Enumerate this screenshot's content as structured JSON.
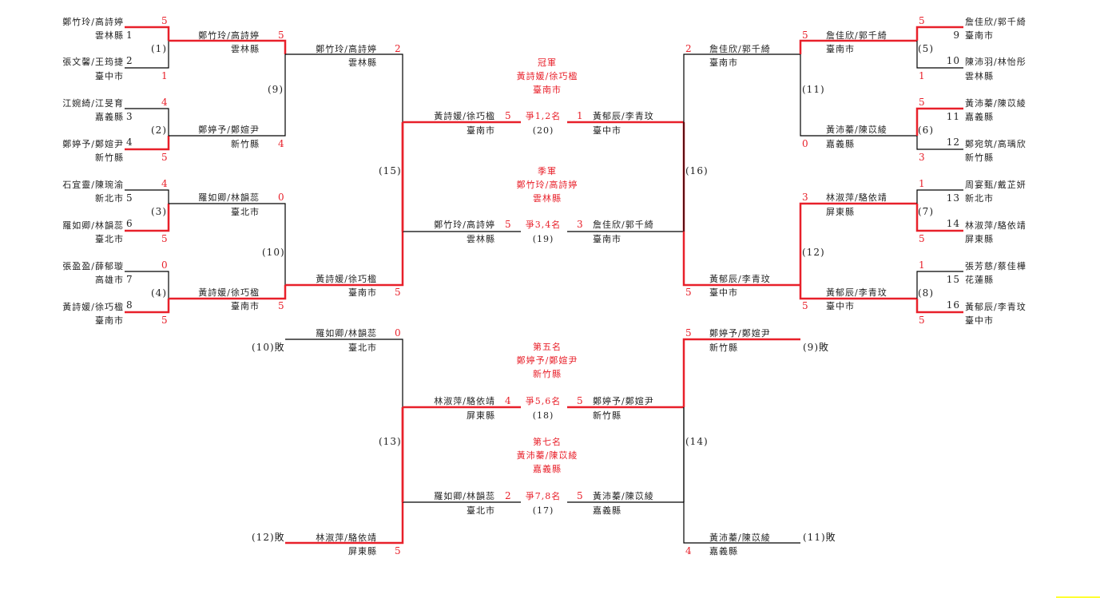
{
  "colors": {
    "winner_line": "#e8202a",
    "line": "#000000",
    "score": "#e8202a",
    "text": "#222222"
  },
  "entries": {
    "1": {
      "name": "鄭竹玲/高詩婷",
      "county": "雲林縣"
    },
    "2": {
      "name": "張文馨/王筠捷",
      "county": "臺中市"
    },
    "3": {
      "name": "江婉綺/江旻育",
      "county": "嘉義縣"
    },
    "4": {
      "name": "鄭婷予/鄭媗尹",
      "county": "新竹縣"
    },
    "5": {
      "name": "石宜靈/陳琬渝",
      "county": "新北市"
    },
    "6": {
      "name": "羅如卿/林韻蕊",
      "county": "臺北市"
    },
    "7": {
      "name": "張盈盈/薛郁璇",
      "county": "高雄市"
    },
    "8": {
      "name": "黃詩媛/徐巧楹",
      "county": "臺南市"
    },
    "9": {
      "name": "詹佳欣/郭千綺",
      "county": "臺南市"
    },
    "10": {
      "name": "陳沛羽/林怡彤",
      "county": "雲林縣"
    },
    "11": {
      "name": "黃沛蓁/陳苡綾",
      "county": "嘉義縣"
    },
    "12": {
      "name": "鄭宛筑/高瑀欣",
      "county": "新竹縣"
    },
    "13": {
      "name": "周宴甄/戴芷妍",
      "county": "新北市"
    },
    "14": {
      "name": "林淑萍/駱依靖",
      "county": "屏東縣"
    },
    "15": {
      "name": "張芳慈/蔡佳樺",
      "county": "花蓮縣"
    },
    "16": {
      "name": "黃郁辰/李青玟",
      "county": "臺中市"
    }
  },
  "seeds": [
    "1",
    "2",
    "3",
    "4",
    "5",
    "6",
    "7",
    "8",
    "9",
    "10",
    "11",
    "12",
    "13",
    "14",
    "15",
    "16"
  ],
  "matches": {
    "m1": {
      "label": "(1)",
      "top_score": "5",
      "bottom_score": "1"
    },
    "m2": {
      "label": "(2)",
      "top_score": "4",
      "bottom_score": "5"
    },
    "m3": {
      "label": "(3)",
      "top_score": "4",
      "bottom_score": "5"
    },
    "m4": {
      "label": "(4)",
      "top_score": "0",
      "bottom_score": "5"
    },
    "m5": {
      "label": "(5)",
      "top_score": "5",
      "bottom_score": "1"
    },
    "m6": {
      "label": "(6)",
      "top_score": "5",
      "bottom_score": "3"
    },
    "m7": {
      "label": "(7)",
      "top_score": "1",
      "bottom_score": "5"
    },
    "m8": {
      "label": "(8)",
      "top_score": "1",
      "bottom_score": "5"
    },
    "m9": {
      "label": "(9)",
      "top_score": "5",
      "bottom_score": "4"
    },
    "m10": {
      "label": "(10)",
      "top_score": "0",
      "bottom_score": "5"
    },
    "m11": {
      "label": "(11)",
      "top_score": "5",
      "bottom_score": "0"
    },
    "m12": {
      "label": "(12)",
      "top_score": "3",
      "bottom_score": "5"
    },
    "m13": {
      "label": "(13)",
      "top_score": "0",
      "bottom_score": "5"
    },
    "m14": {
      "label": "(14)",
      "top_score": "5",
      "bottom_score": "4"
    },
    "m15": {
      "label": "(15)",
      "top_score": "2",
      "bottom_score": "5"
    },
    "m16": {
      "label": "(16)",
      "top_score": "2",
      "bottom_score": "5"
    },
    "m17": {
      "label": "(17)",
      "title": "爭7,8名",
      "left_score": "2",
      "right_score": "5"
    },
    "m18": {
      "label": "(18)",
      "title": "爭5,6名",
      "left_score": "4",
      "right_score": "5"
    },
    "m19": {
      "label": "(19)",
      "title": "爭3,4名",
      "left_score": "5",
      "right_score": "3"
    },
    "m20": {
      "label": "(20)",
      "title": "爭1,2名",
      "left_score": "5",
      "right_score": "1"
    }
  },
  "losers": {
    "l10": "(10)敗",
    "l12": "(12)敗",
    "l9": "(9)敗",
    "l11": "(11)敗"
  },
  "results": {
    "champion": {
      "title": "冠軍",
      "name": "黃詩媛/徐巧楹",
      "county": "臺南市"
    },
    "third": {
      "title": "季軍",
      "name": "鄭竹玲/高詩婷",
      "county": "雲林縣"
    },
    "fifth": {
      "title": "第五名",
      "name": "鄭婷予/鄭媗尹",
      "county": "新竹縣"
    },
    "seventh": {
      "title": "第七名",
      "name": "黃沛蓁/陳苡綾",
      "county": "嘉義縣"
    }
  }
}
